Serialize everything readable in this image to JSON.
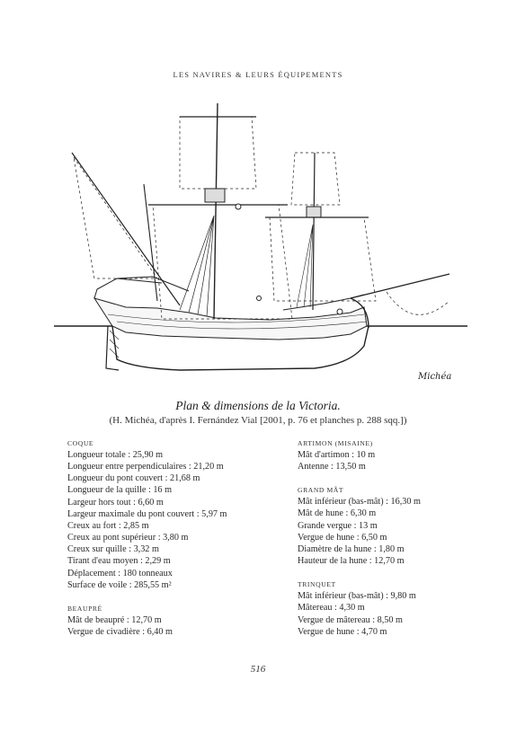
{
  "running_head": "LES NAVIRES & LEURS ÉQUIPEMENTS",
  "figure": {
    "signature": "Michéa"
  },
  "caption": {
    "title": "Plan & dimensions de la Victoria.",
    "credit": "(H. Michéa, d'après I. Fernández Vial [2001, p. 76 et planches p. 288 sqq.])"
  },
  "left_column": {
    "coque": {
      "heading": "COQUE",
      "lines": [
        "Longueur totale : 25,90 m",
        "Longueur entre perpendiculaires : 21,20 m",
        "Longueur du pont couvert : 21,68 m",
        "Longueur de la quille : 16 m",
        "Largeur hors tout : 6,60 m",
        "Largeur maximale du pont couvert : 5,97 m",
        "Creux au fort : 2,85 m",
        "Creux au pont supérieur : 3,80 m",
        "Creux sur quille : 3,32 m",
        "Tirant d'eau moyen : 2,29 m",
        "Déplacement : 180 tonneaux",
        "Surface de voile : 285,55 m²"
      ]
    },
    "beaupre": {
      "heading": "BEAUPRÉ",
      "lines": [
        "Mât de beaupré : 12,70 m",
        "Vergue de civadière : 6,40 m"
      ]
    }
  },
  "right_column": {
    "artimon": {
      "heading": "ARTIMON (MISAINE)",
      "lines": [
        "Mât d'artimon : 10 m",
        "Antenne : 13,50 m"
      ]
    },
    "grand_mat": {
      "heading": "GRAND MÂT",
      "lines": [
        "Mât inférieur (bas-mât) : 16,30 m",
        "Mât de hune : 6,30 m",
        "Grande vergue : 13 m",
        "Vergue de hune : 6,50 m",
        "Diamètre de la hune : 1,80 m",
        "Hauteur de la hune : 12,70 m"
      ]
    },
    "trinquet": {
      "heading": "TRINQUET",
      "lines": [
        "Mât inférieur (bas-mât) : 9,80 m",
        "Mâtereau : 4,30 m",
        "Vergue de mâtereau : 8,50 m",
        "Vergue de hune : 4,70 m"
      ]
    }
  },
  "page_number": "516"
}
